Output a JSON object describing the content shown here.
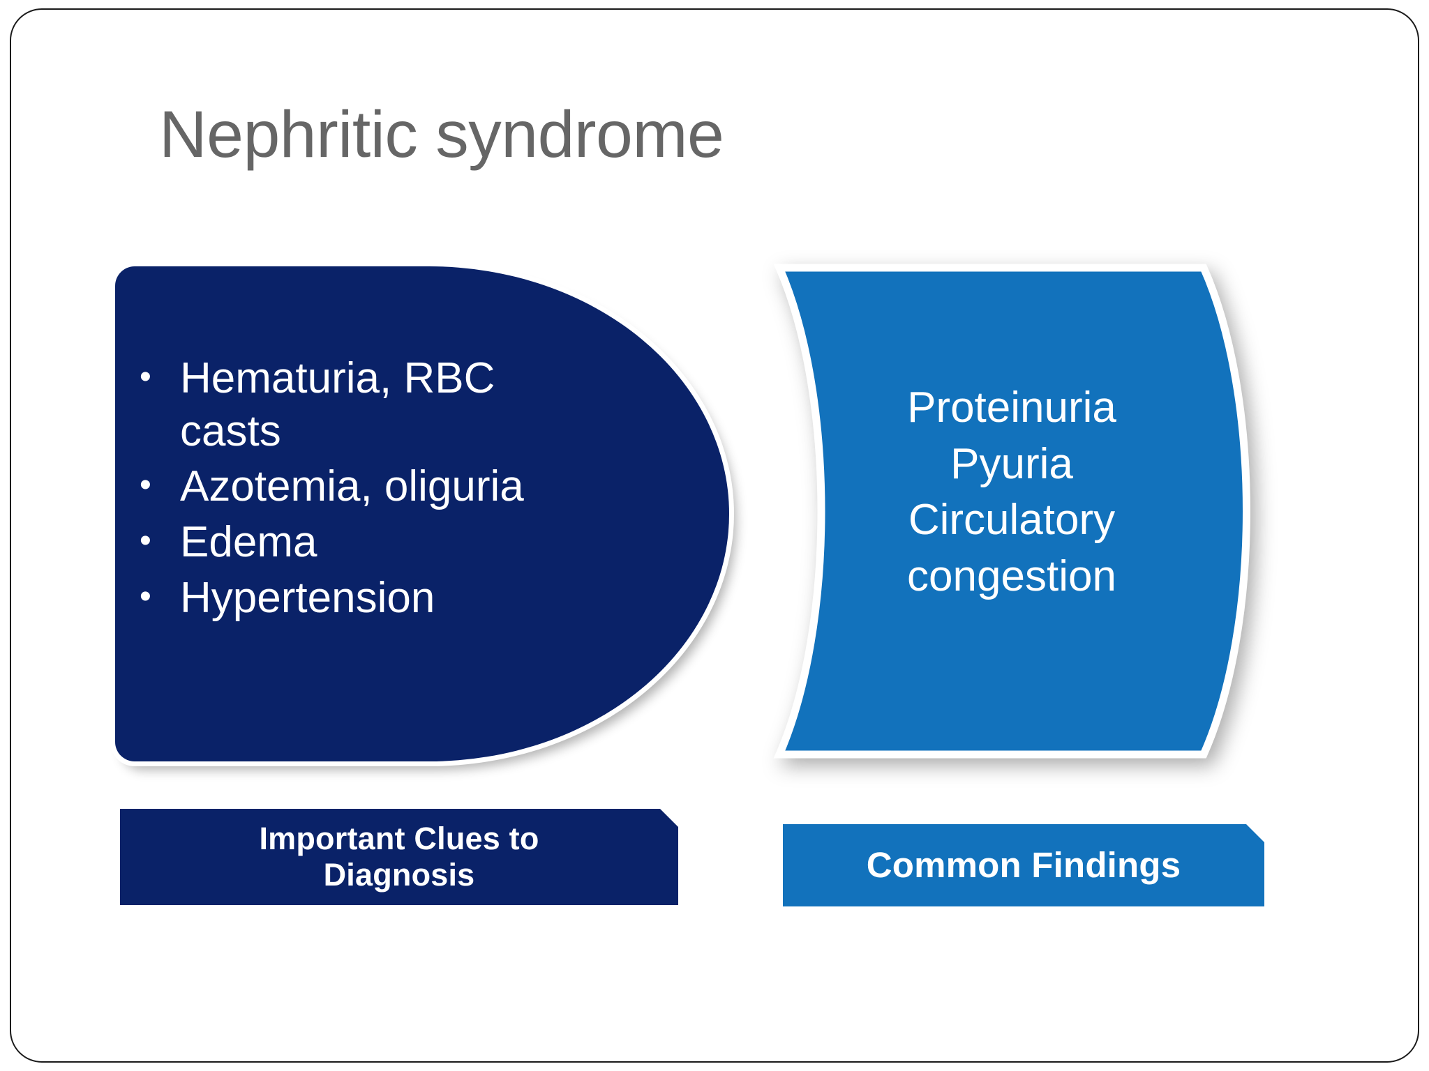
{
  "slide": {
    "title": "Nephritic syndrome",
    "title_color": "#666666",
    "background": "#ffffff",
    "border_color": "#1a1a1a"
  },
  "left_panel": {
    "fill_color": "#0a2268",
    "shape": "rounded-bullet",
    "bullets": [
      {
        "marker": "•",
        "text": "Hematuria, RBC casts"
      },
      {
        "marker": "•",
        "text": "Azotemia, oliguria"
      },
      {
        "marker": "•",
        "text": "Edema"
      },
      {
        "marker": "•",
        "text": "Hypertension"
      }
    ]
  },
  "right_panel": {
    "fill_color": "#1272bc",
    "shape": "curved-chevron",
    "lines": [
      "Proteinuria",
      "Pyuria",
      "Circulatory",
      "congestion"
    ]
  },
  "banners": {
    "left": {
      "label": "Important Clues to Diagnosis",
      "line1": "Important Clues to",
      "line2": "Diagnosis",
      "color": "#0a2268"
    },
    "right": {
      "label": "Common Findings",
      "color": "#1272bc"
    }
  }
}
